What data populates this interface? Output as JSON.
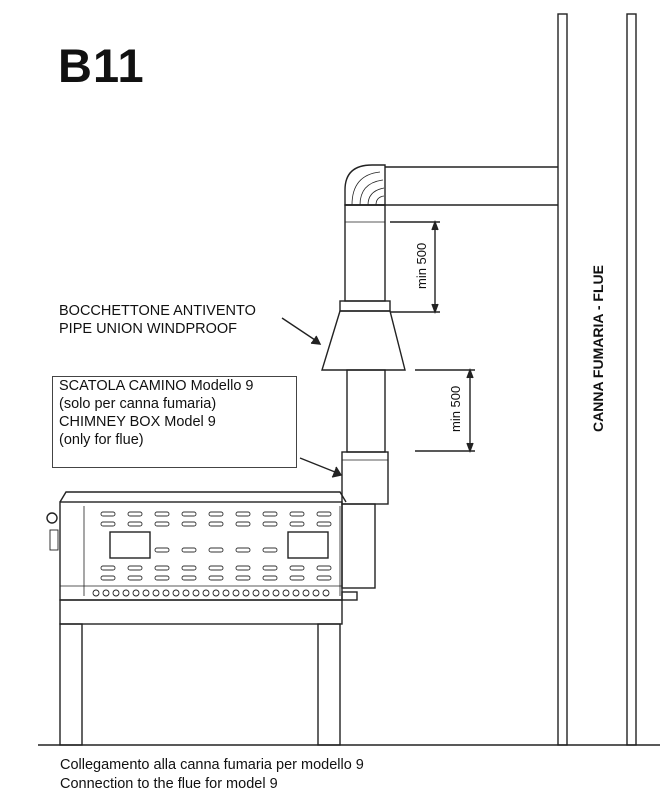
{
  "title": "B11",
  "labels": {
    "pipe_union_it": "BOCCHETTONE ANTIVENTO",
    "pipe_union_en": "PIPE UNION WINDPROOF",
    "chimney_box": [
      "SCATOLA CAMINO Modello 9",
      "(solo per canna fumaria)",
      "CHIMNEY BOX Model   9",
      "(only for flue)"
    ],
    "flue_vertical": "CANNA FUMARIA - FLUE",
    "dim_upper": "min 500",
    "dim_lower": "min 500"
  },
  "caption": {
    "line_it": "Collegamento alla canna fumaria per modello 9",
    "line_en": "Connection to the flue for model 9"
  }
}
